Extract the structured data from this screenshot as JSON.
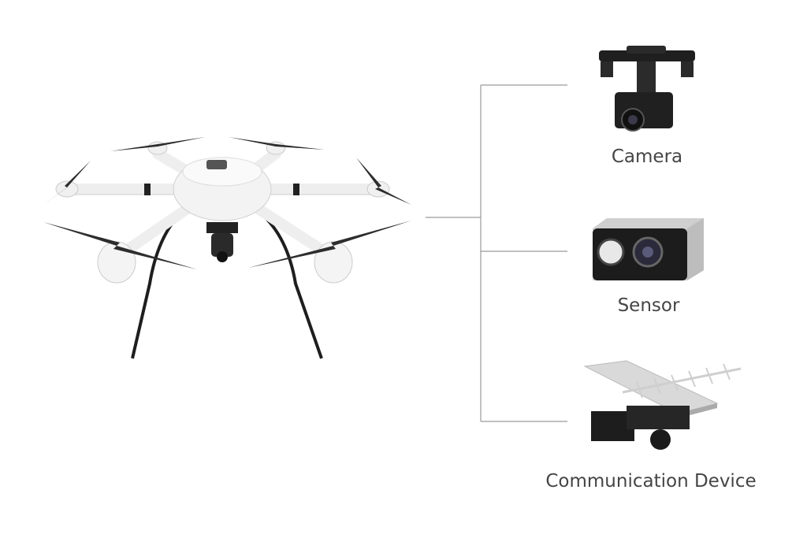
{
  "diagram": {
    "hub": "drone",
    "components": [
      {
        "label": "Camera",
        "icon": "gimbal-camera-icon"
      },
      {
        "label": "Sensor",
        "icon": "dual-lens-sensor-icon"
      },
      {
        "label": "Communication Device",
        "icon": "antenna-device-icon"
      }
    ],
    "colors": {
      "line": "#9a9a9a",
      "text": "#454545",
      "body": "#f2f2f2",
      "dark": "#1e1e1e"
    }
  }
}
